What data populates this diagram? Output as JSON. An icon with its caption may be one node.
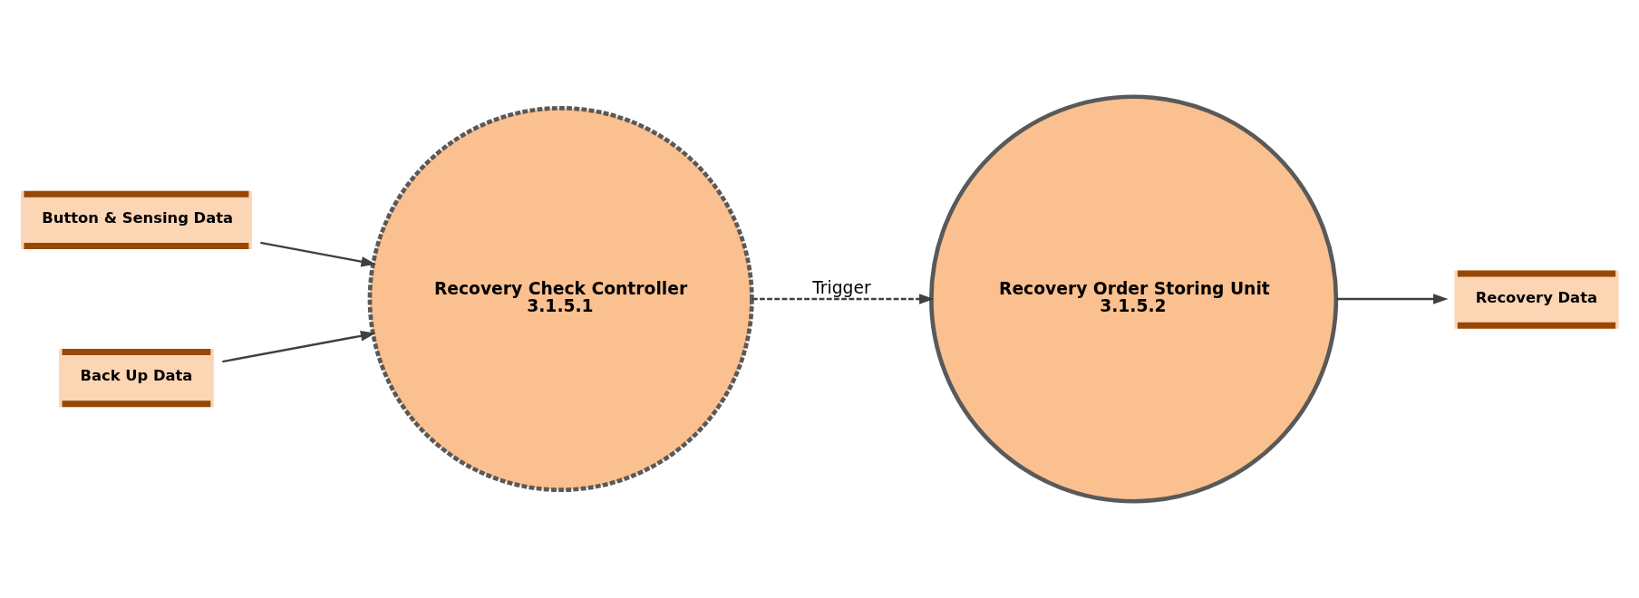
{
  "diagram": {
    "nodes": [
      {
        "text": [
          "Button & Sensing Data"
        ]
      },
      {
        "text": [
          "Back Up Data"
        ]
      },
      {
        "text": [
          "Recovery Check Controller",
          "3.1.5.1"
        ]
      },
      {
        "text": [
          "Recovery Order Storing Unit",
          "3.1.5.2"
        ]
      },
      {
        "text": [
          "Recovery Data"
        ]
      }
    ],
    "edges": [
      {
        "from": 0,
        "to": 2,
        "arrow": "to"
      },
      {
        "from": 1,
        "to": 2,
        "arrow": "to"
      },
      {
        "from": 2,
        "to": 3,
        "arrow": "to",
        "label": "Trigger",
        "style": "dashed"
      },
      {
        "from": 3,
        "to": 4,
        "arrow": "to"
      }
    ]
  }
}
